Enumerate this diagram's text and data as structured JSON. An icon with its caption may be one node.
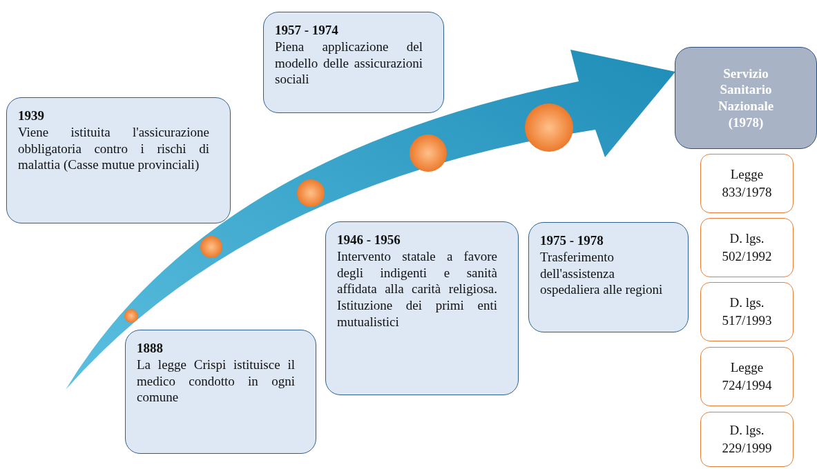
{
  "diagram": {
    "nodes": [
      {
        "text": [
          "1888",
          "La legge Crispi istituisce il medico condotto in ogni comune"
        ]
      },
      {
        "text": [
          "1939",
          "Viene istituita l'assicurazione obbligatoria contro i rischi di malattia (Casse mutue provinciali)"
        ]
      },
      {
        "text": [
          "1946 - 1956",
          "Intervento statale a favore degli indigenti e sanità affidata alla carità religiosa. Istituzione dei primi enti mutualistici"
        ]
      },
      {
        "text": [
          "1957 - 1974",
          "Piena applicazione del modello delle assicurazioni sociali"
        ]
      },
      {
        "text": [
          "1975 - 1978",
          "Trasferimento dell'assistenza ospedaliera alle regioni"
        ]
      },
      {
        "text": [
          "Servizio Sanitario Nazionale (1978)"
        ]
      },
      {
        "text": [
          "Legge 833/1978"
        ]
      },
      {
        "text": [
          "D. lgs. 502/1992"
        ]
      },
      {
        "text": [
          "D. lgs. 517/1993"
        ]
      },
      {
        "text": [
          "Legge 724/1994"
        ]
      },
      {
        "text": [
          "D. lgs. 229/1999"
        ]
      }
    ]
  }
}
